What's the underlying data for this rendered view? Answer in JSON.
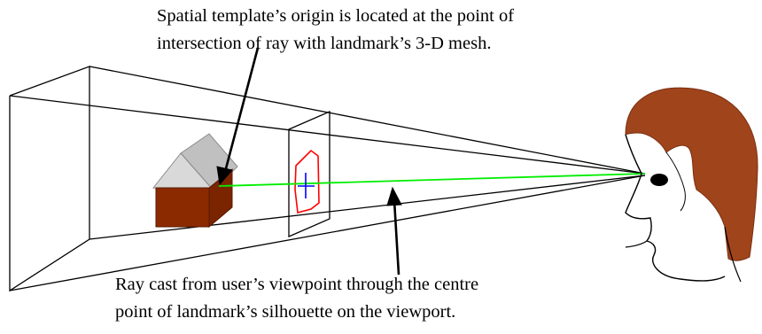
{
  "captions": {
    "top": {
      "line1": "Spatial template’s origin is located at the point of",
      "line2": "intersection of ray with landmark’s 3-D mesh."
    },
    "bottom": {
      "line1": "Ray cast from user’s viewpoint through the centre",
      "line2": "point of landmark’s silhouette on the viewport."
    }
  },
  "colors": {
    "frustum_lines": "#000000",
    "ray": "#00ee00",
    "silhouette_outline": "#ff0000",
    "centre_cross": "#0000ff",
    "house_roof": "#c0c0c0",
    "house_walls": "#8b2a00",
    "hair": "#a0441c",
    "eye": "#000000"
  },
  "icons": {
    "landmark": "house-icon",
    "viewer": "head-profile-icon"
  }
}
